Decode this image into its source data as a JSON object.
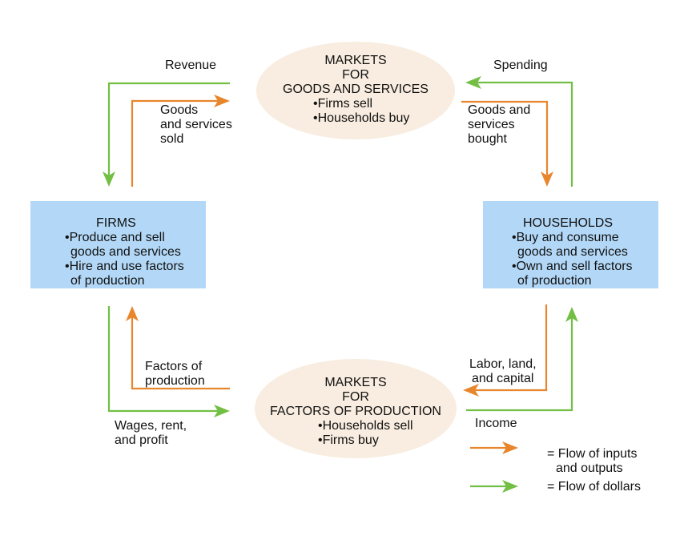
{
  "colors": {
    "inputs_outputs": "#e8862d",
    "dollars": "#72bf44",
    "sector_box": "#b3d8f7",
    "market_ellipse": "#f8ede0"
  },
  "markets_goods": {
    "title_lines": [
      "MARKETS",
      "FOR",
      "GOODS AND SERVICES"
    ],
    "bullets": [
      "•Firms sell",
      "•Households buy"
    ]
  },
  "markets_factors": {
    "title_lines": [
      "MARKETS",
      "FOR",
      "FACTORS OF PRODUCTION"
    ],
    "bullets": [
      "•Households sell",
      "•Firms buy"
    ]
  },
  "firms": {
    "title": "FIRMS",
    "lines": [
      "•Produce and sell",
      "goods and services",
      "•Hire and use factors",
      "of production"
    ]
  },
  "households": {
    "title": "HOUSEHOLDS",
    "lines": [
      "•Buy and consume",
      "goods and services",
      "•Own and sell factors",
      "of production"
    ]
  },
  "flow_labels": {
    "revenue": "Revenue",
    "goods_sold": [
      "Goods",
      "and services",
      "sold"
    ],
    "spending": "Spending",
    "goods_bought": [
      "Goods and",
      "services",
      "bought"
    ],
    "factors": [
      "Factors of",
      "production"
    ],
    "wages": [
      "Wages, rent,",
      "and profit"
    ],
    "labor": [
      "Labor, land,",
      "and capital"
    ],
    "income": "Income"
  },
  "legend": {
    "inputs_outputs": [
      "= Flow of inputs",
      "and outputs"
    ],
    "dollars": "= Flow of dollars"
  },
  "flows": [
    {
      "id": "revenue-flow",
      "kind": "dollars",
      "from": "markets-goods",
      "to": "firms"
    },
    {
      "id": "goods-sold-flow",
      "kind": "inputs_outputs",
      "from": "firms",
      "to": "markets-goods"
    },
    {
      "id": "spending-flow",
      "kind": "dollars",
      "from": "households",
      "to": "markets-goods"
    },
    {
      "id": "goods-bought-flow",
      "kind": "inputs_outputs",
      "from": "markets-goods",
      "to": "households"
    },
    {
      "id": "factors-flow",
      "kind": "inputs_outputs",
      "from": "markets-factors",
      "to": "firms"
    },
    {
      "id": "wages-flow",
      "kind": "dollars",
      "from": "firms",
      "to": "markets-factors"
    },
    {
      "id": "labor-flow",
      "kind": "inputs_outputs",
      "from": "households",
      "to": "markets-factors"
    },
    {
      "id": "income-flow",
      "kind": "dollars",
      "from": "markets-factors",
      "to": "households"
    }
  ]
}
